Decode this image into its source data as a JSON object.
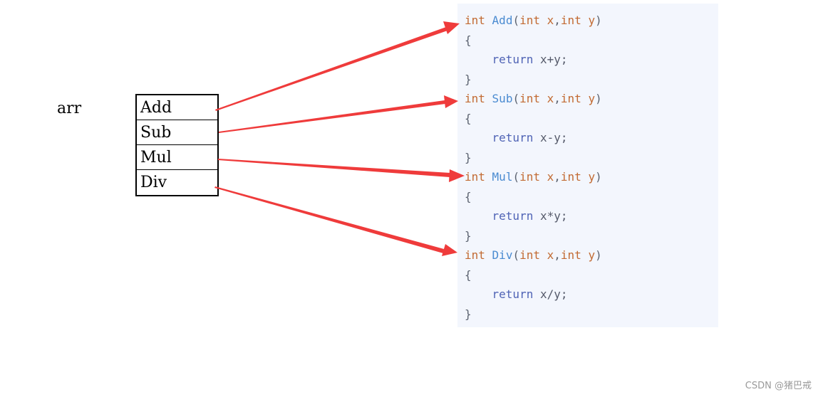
{
  "array": {
    "label": "arr",
    "cells": [
      "Add",
      "Sub",
      "Mul",
      "Div"
    ]
  },
  "functions": [
    {
      "ret_type": "int",
      "name": "Add",
      "p1_type": "int",
      "p1": "x",
      "p2_type": "int",
      "p2": "y",
      "open_brace": "{",
      "return_kw": "return",
      "expr": "x+y;",
      "close_brace": "}"
    },
    {
      "ret_type": "int",
      "name": "Sub",
      "p1_type": "int",
      "p1": "x",
      "p2_type": "int",
      "p2": "y",
      "open_brace": "{",
      "return_kw": "return",
      "expr": "x-y;",
      "close_brace": "}"
    },
    {
      "ret_type": "int",
      "name": "Mul",
      "p1_type": "int",
      "p1": "x",
      "p2_type": "int",
      "p2": "y",
      "open_brace": "{",
      "return_kw": "return",
      "expr": "x*y;",
      "close_brace": "}"
    },
    {
      "ret_type": "int",
      "name": "Div",
      "p1_type": "int",
      "p1": "x",
      "p2_type": "int",
      "p2": "y",
      "open_brace": "{",
      "return_kw": "return",
      "expr": "x/y;",
      "close_brace": "}"
    }
  ],
  "colors": {
    "arrow": "#ef3b3b",
    "code_background": "#f3f6fd",
    "type_keyword": "#c26a32",
    "function_name": "#4a8bd1",
    "return_keyword": "#4f63b5"
  },
  "watermark": "CSDN @猪巴戒"
}
